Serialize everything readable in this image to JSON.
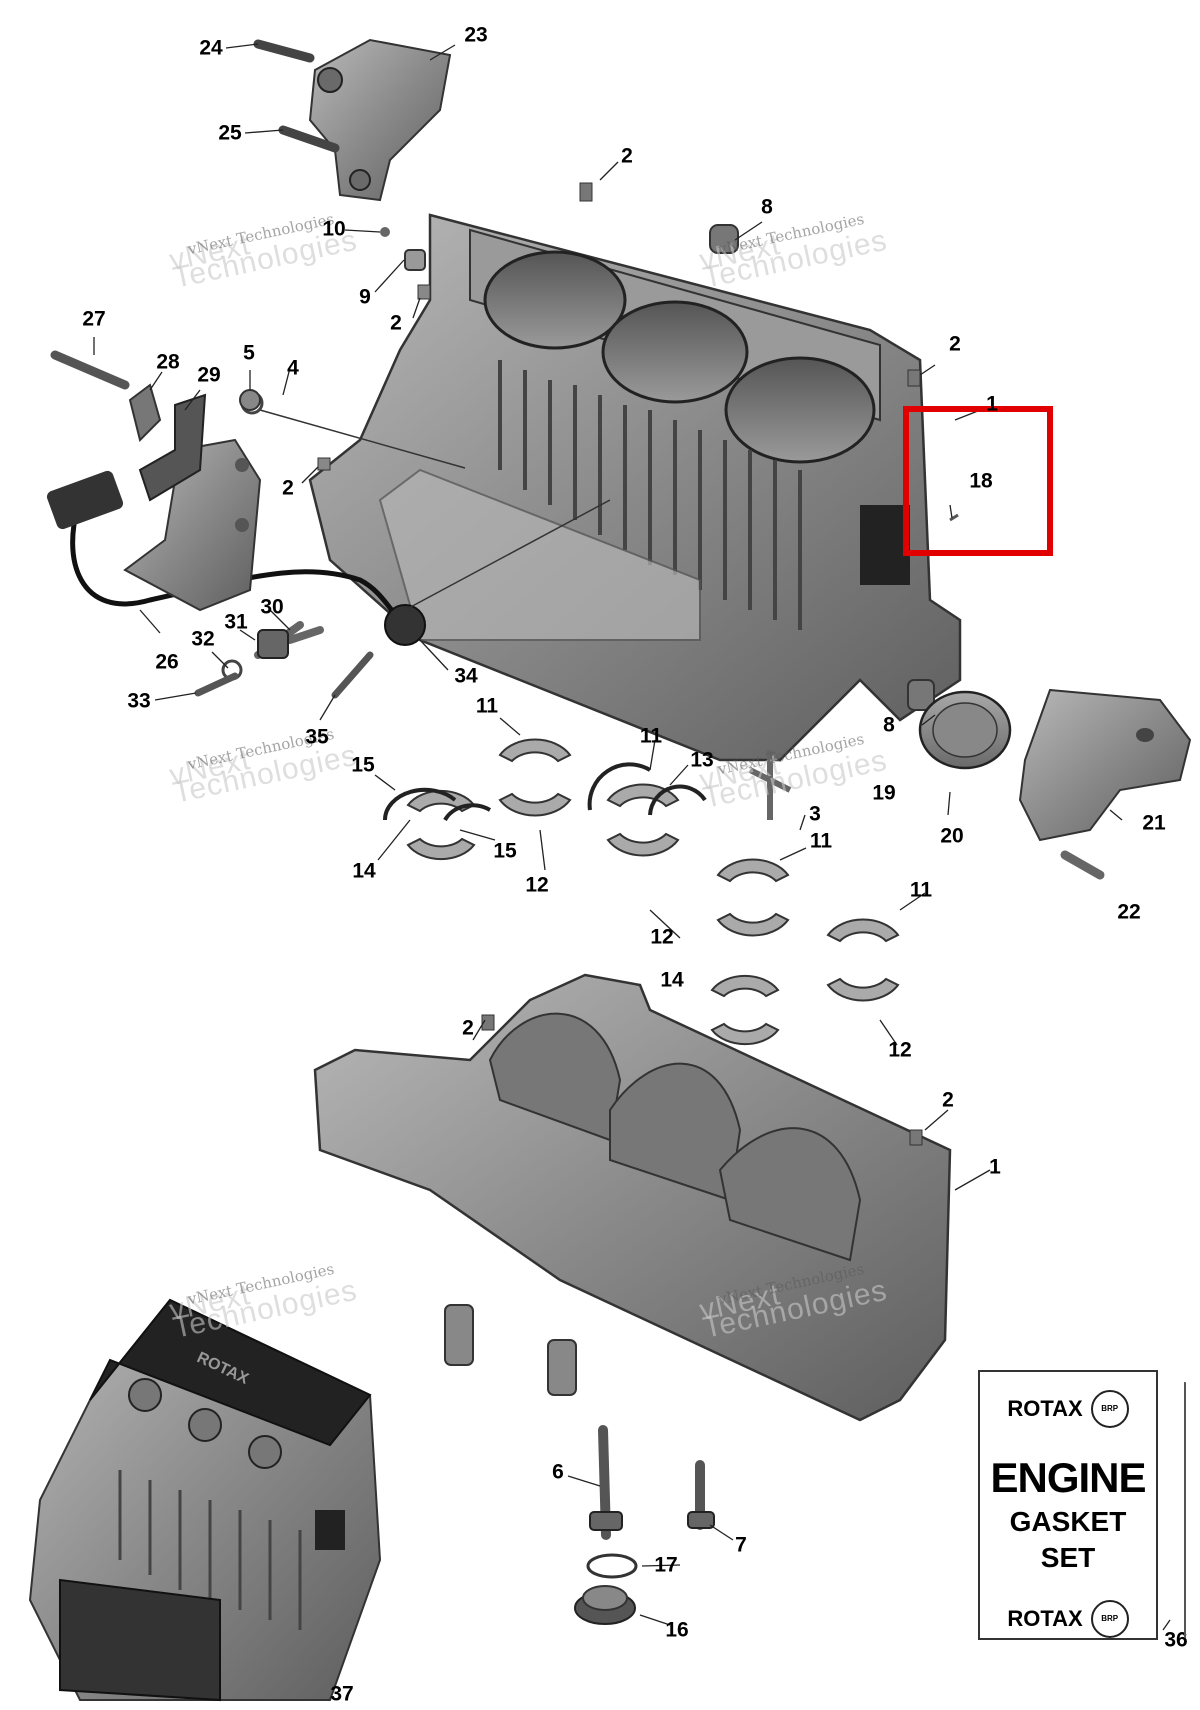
{
  "callouts": [
    {
      "id": "c24",
      "text": "24"
    },
    {
      "id": "c23",
      "text": "23"
    },
    {
      "id": "c25",
      "text": "25"
    },
    {
      "id": "c2a",
      "text": "2"
    },
    {
      "id": "c8a",
      "text": "8"
    },
    {
      "id": "c10",
      "text": "10"
    },
    {
      "id": "c9",
      "text": "9"
    },
    {
      "id": "c2b",
      "text": "2"
    },
    {
      "id": "c27",
      "text": "27"
    },
    {
      "id": "c28",
      "text": "28"
    },
    {
      "id": "c29",
      "text": "29"
    },
    {
      "id": "c5",
      "text": "5"
    },
    {
      "id": "c4",
      "text": "4"
    },
    {
      "id": "c2c",
      "text": "2"
    },
    {
      "id": "c2d",
      "text": "2"
    },
    {
      "id": "c1a",
      "text": "1"
    },
    {
      "id": "c18",
      "text": "18"
    },
    {
      "id": "c30",
      "text": "30"
    },
    {
      "id": "c31",
      "text": "31"
    },
    {
      "id": "c32",
      "text": "32"
    },
    {
      "id": "c26",
      "text": "26"
    },
    {
      "id": "c33",
      "text": "33"
    },
    {
      "id": "c34",
      "text": "34"
    },
    {
      "id": "c35",
      "text": "35"
    },
    {
      "id": "c11a",
      "text": "11"
    },
    {
      "id": "c11b",
      "text": "11"
    },
    {
      "id": "c13",
      "text": "13"
    },
    {
      "id": "c8b",
      "text": "8"
    },
    {
      "id": "c15a",
      "text": "15"
    },
    {
      "id": "c15b",
      "text": "15"
    },
    {
      "id": "c14a",
      "text": "14"
    },
    {
      "id": "c12a",
      "text": "12"
    },
    {
      "id": "c3",
      "text": "3"
    },
    {
      "id": "c19",
      "text": "19"
    },
    {
      "id": "c20",
      "text": "20"
    },
    {
      "id": "c21",
      "text": "21"
    },
    {
      "id": "c11c",
      "text": "11"
    },
    {
      "id": "c22",
      "text": "22"
    },
    {
      "id": "c11d",
      "text": "11"
    },
    {
      "id": "c12b",
      "text": "12"
    },
    {
      "id": "c14b",
      "text": "14"
    },
    {
      "id": "c12c",
      "text": "12"
    },
    {
      "id": "c2e",
      "text": "2"
    },
    {
      "id": "c2f",
      "text": "2"
    },
    {
      "id": "c1b",
      "text": "1"
    },
    {
      "id": "c6",
      "text": "6"
    },
    {
      "id": "c7",
      "text": "7"
    },
    {
      "id": "c17",
      "text": "17"
    },
    {
      "id": "c16",
      "text": "16"
    },
    {
      "id": "c36",
      "text": "36"
    },
    {
      "id": "c37",
      "text": "37"
    }
  ],
  "watermark": {
    "line1": "vNext",
    "line2": "vNext Technologies",
    "line3": "Technologies"
  },
  "kit": {
    "brand": "ROTAX",
    "brp": "BRP",
    "line1": "ENGINE",
    "line2": "GASKET",
    "line3": "SET"
  },
  "engine_cover_text": "ROTAX",
  "colors": {
    "part_fill": "#8f8f8f",
    "part_dark": "#5a5a5a",
    "part_light": "#c8c8c8",
    "highlight": "#e00000"
  }
}
